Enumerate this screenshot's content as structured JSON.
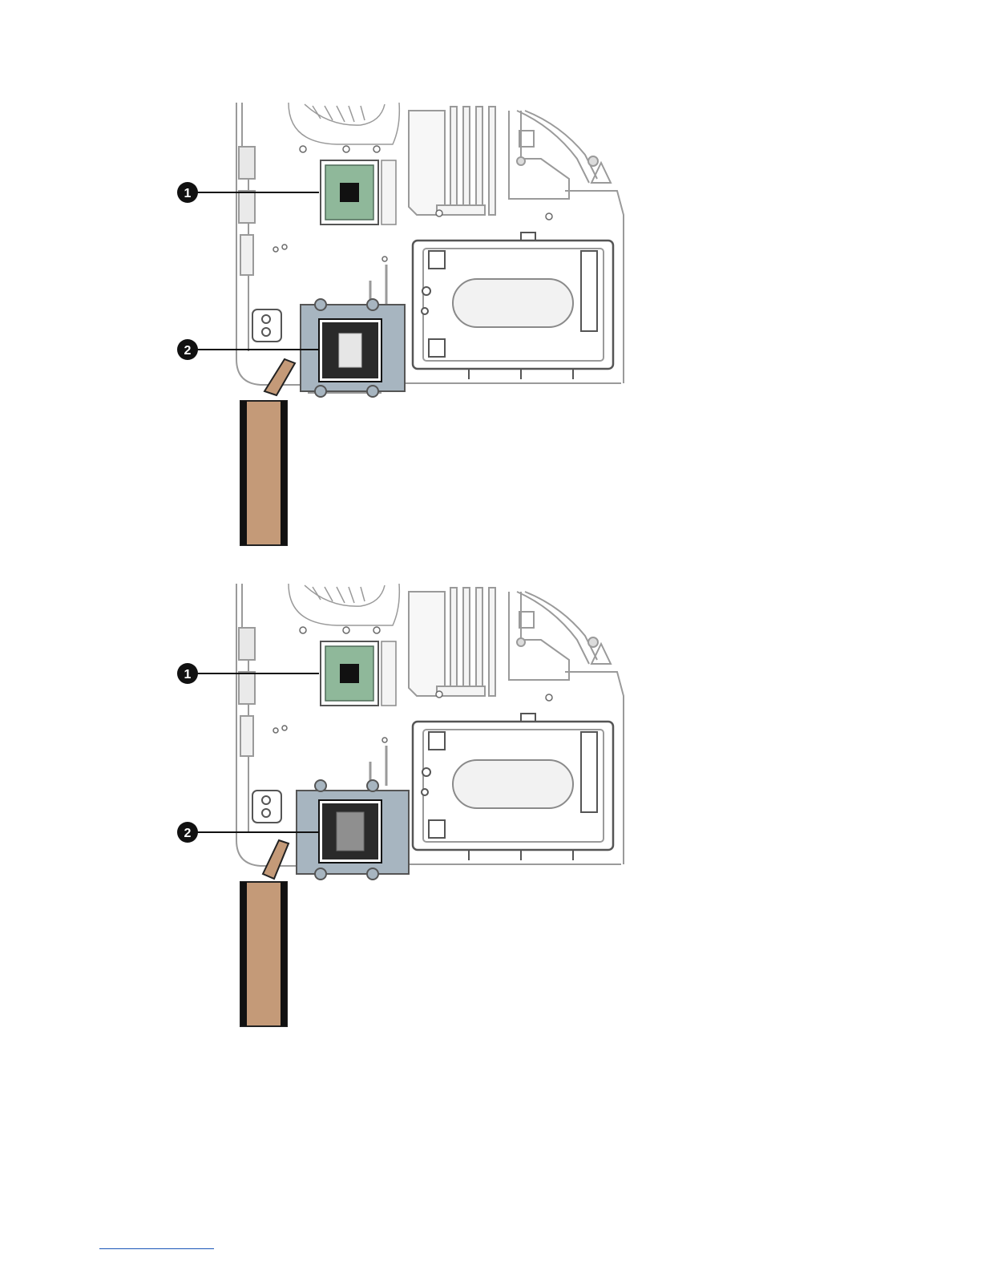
{
  "figures": [
    {
      "callouts": [
        {
          "number": "1"
        },
        {
          "number": "2"
        }
      ]
    },
    {
      "callouts": [
        {
          "number": "1"
        },
        {
          "number": "2"
        }
      ]
    }
  ],
  "colors": {
    "processor_green": "#8fb89a",
    "heat_spreader_gray": "#a7b5c0",
    "thermal_pad_copper": "#c49a78",
    "chassis_line": "#9a9a9a",
    "footnote_rule": "#1a56b8"
  }
}
